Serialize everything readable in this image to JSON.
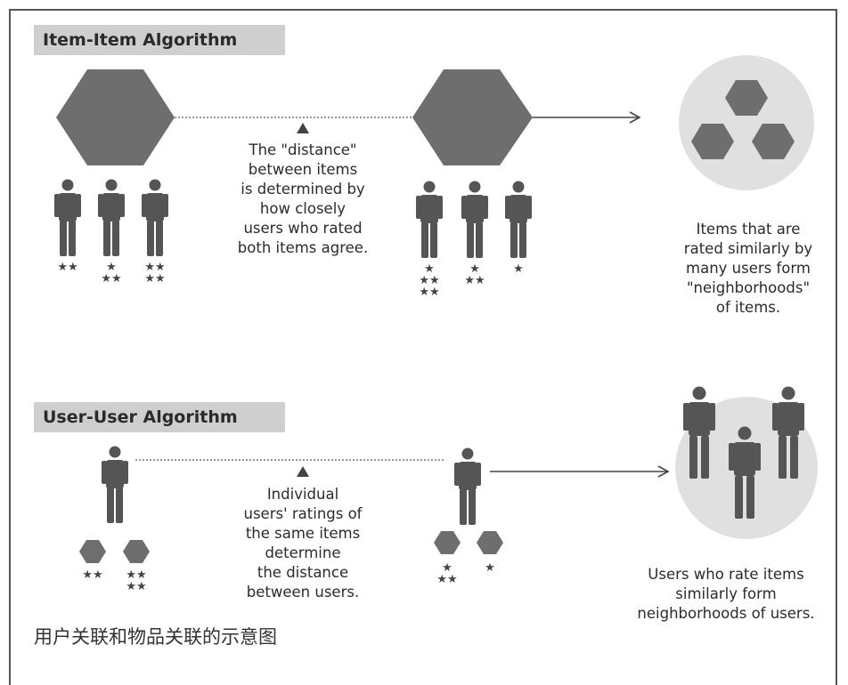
{
  "item_section": {
    "label": "Item-Item Algorithm",
    "middle_caption": [
      "The \"distance\"",
      "between items",
      "is determined by",
      "how closely",
      "users who rated",
      "both items agree."
    ],
    "right_caption": [
      "Items that are",
      "rated similarly by",
      "many users form",
      "\"neighborhoods\"",
      "of items."
    ],
    "left_user_stars": [
      [
        "★★"
      ],
      [
        "★",
        "★★"
      ],
      [
        "★★",
        "★★"
      ]
    ],
    "right_user_stars": [
      [
        "★",
        "★★",
        "★★"
      ],
      [
        "★",
        "★★"
      ],
      [
        "★"
      ]
    ]
  },
  "user_section": {
    "label": "User-User Algorithm",
    "middle_caption": [
      "Individual",
      "users' ratings of",
      "the same items",
      "determine",
      "the distance",
      "between users."
    ],
    "right_caption": [
      "Users who rate items",
      "similarly form",
      "neighborhoods of users."
    ],
    "left_item_stars": [
      [
        "★★"
      ],
      [
        "★★",
        "★★"
      ]
    ],
    "right_item_stars": [
      [
        "★",
        "★★"
      ],
      [
        "★"
      ]
    ]
  },
  "footer_text": "用户关联和物品关联的示意图",
  "colors": {
    "shape_dark": "#6e6e6e",
    "person": "#555555",
    "circle_bg": "#e0e0e0",
    "label_bg": "#cfcfcf"
  }
}
